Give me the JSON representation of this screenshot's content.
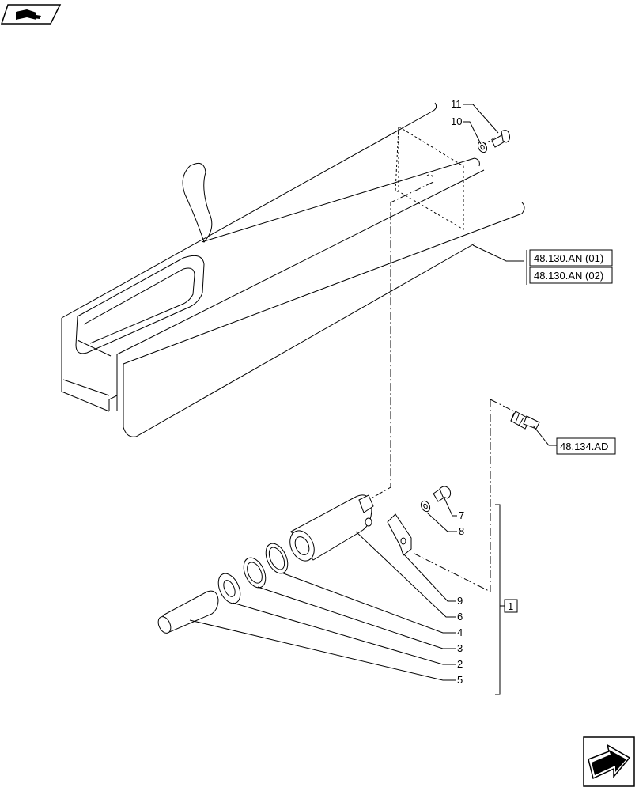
{
  "callouts": [
    {
      "id": "11",
      "text": "11"
    },
    {
      "id": "10",
      "text": "10"
    },
    {
      "id": "7",
      "text": "7"
    },
    {
      "id": "8",
      "text": "8"
    },
    {
      "id": "9",
      "text": "9"
    },
    {
      "id": "6",
      "text": "6"
    },
    {
      "id": "4",
      "text": "4"
    },
    {
      "id": "3",
      "text": "3"
    },
    {
      "id": "2",
      "text": "2"
    },
    {
      "id": "5",
      "text": "5"
    }
  ],
  "references": {
    "an01": "48.130.AN (01)",
    "an02": "48.130.AN (02)",
    "ad": "48.134.AD",
    "group": "1"
  },
  "icons": {
    "top_left": "book-hand-icon",
    "bottom_right": "next-page-arrow-icon"
  }
}
